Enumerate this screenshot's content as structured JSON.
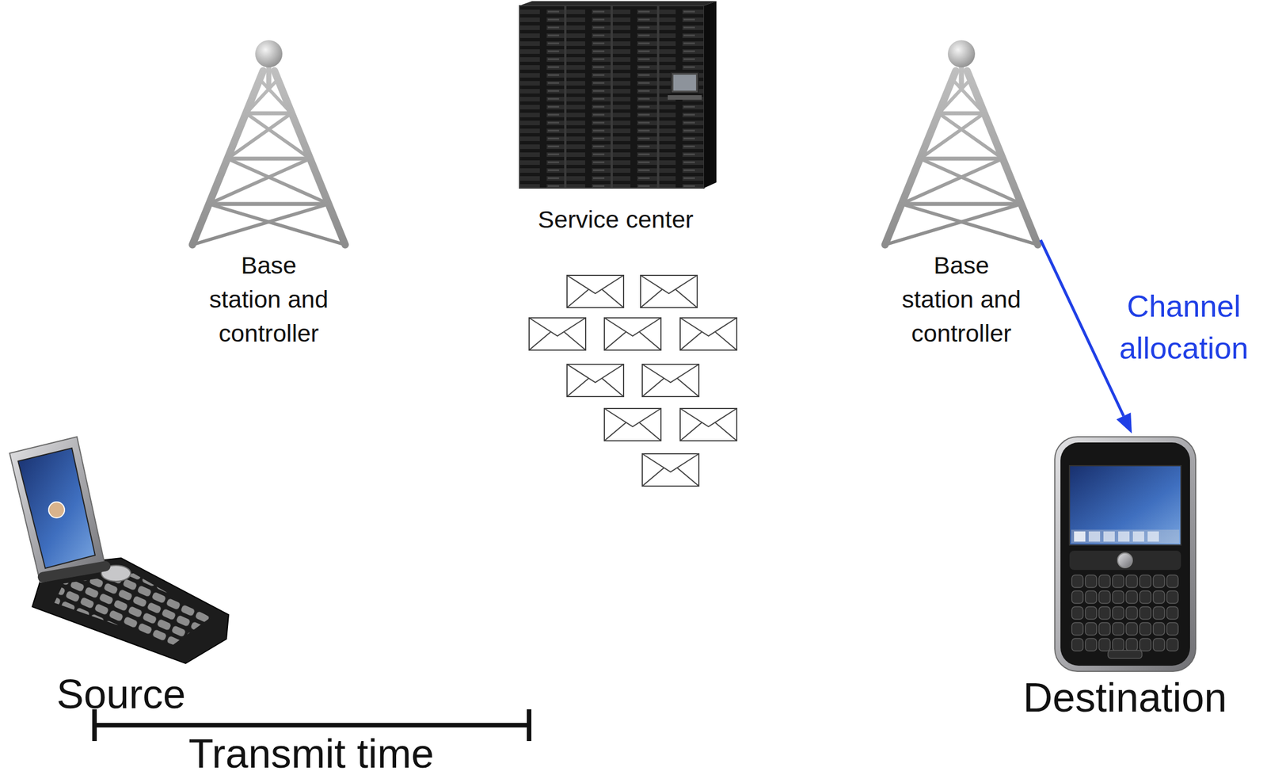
{
  "diagram": {
    "nodes": [
      {
        "text": [
          "Base station and controller"
        ]
      },
      {
        "text": [
          "Service center"
        ]
      },
      {
        "text": [
          "Base station and controller"
        ]
      },
      {
        "text": [
          "Source"
        ]
      },
      {
        "text": [
          "Destination"
        ]
      }
    ],
    "edges": [
      {
        "from": 2,
        "to": 4,
        "arrow": "to",
        "label": "Channel allocation"
      }
    ],
    "labels": [
      "Transmit time"
    ]
  }
}
